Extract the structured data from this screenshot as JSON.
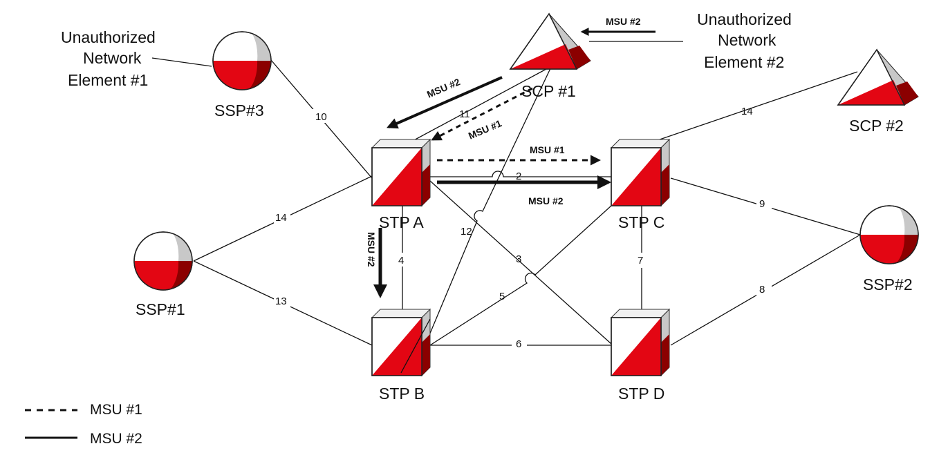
{
  "colors": {
    "red": "#e30613",
    "dark_red": "#8b0000",
    "grey": "#c8c8c8",
    "line": "#111111"
  },
  "nodes": {
    "ssp3": {
      "label": "SSP#3",
      "icon": "ssp-sphere-icon"
    },
    "ssp1": {
      "label": "SSP#1",
      "icon": "ssp-sphere-icon"
    },
    "ssp2": {
      "label": "SSP#2",
      "icon": "ssp-sphere-icon"
    },
    "scp1": {
      "label": "SCP #1",
      "icon": "scp-pyramid-icon"
    },
    "scp2": {
      "label": "SCP #2",
      "icon": "scp-pyramid-icon"
    },
    "stp_a": {
      "label": "STP A",
      "icon": "stp-cube-icon"
    },
    "stp_b": {
      "label": "STP B",
      "icon": "stp-cube-icon"
    },
    "stp_c": {
      "label": "STP C",
      "icon": "stp-cube-icon"
    },
    "stp_d": {
      "label": "STP D",
      "icon": "stp-cube-icon"
    }
  },
  "unauthorized": {
    "one": {
      "line1": "Unauthorized",
      "line2": "Network",
      "line3": "Element #1"
    },
    "two": {
      "line1": "Unauthorized",
      "line2": "Network",
      "line3": "Element #2"
    }
  },
  "links": {
    "l2": "2",
    "l3": "3",
    "l4": "4",
    "l5": "5",
    "l6": "6",
    "l7": "7",
    "l8": "8",
    "l9": "9",
    "l10": "10",
    "l11": "11",
    "l12": "12",
    "l13": "13",
    "l14_left": "14",
    "l14_right": "14"
  },
  "msu_labels": {
    "top_right": "MSU #2",
    "scp_to_a_solid": "MSU #2",
    "scp_to_a_dashed": "MSU #1",
    "a_to_c_dashed": "MSU #1",
    "a_to_c_solid": "MSU #2",
    "a_to_b": "MSU #2"
  },
  "legend": {
    "dashed": "MSU #1",
    "solid": "MSU #2"
  }
}
